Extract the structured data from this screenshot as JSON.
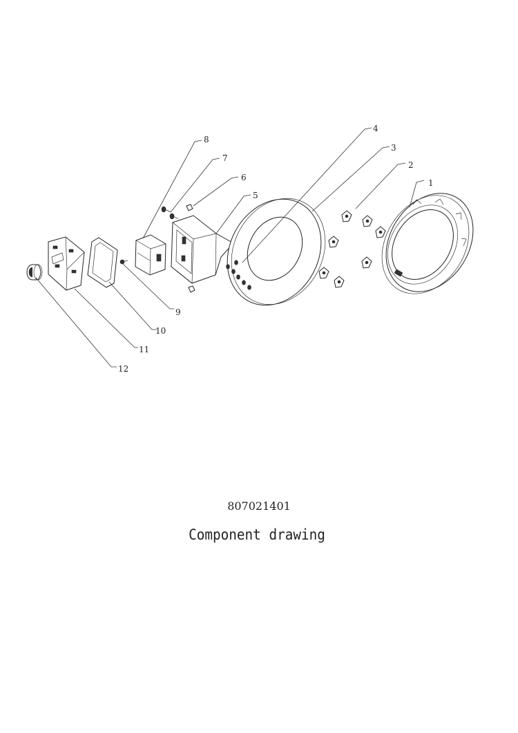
{
  "drawing": {
    "number": "807021401",
    "title": "Component drawing"
  },
  "callouts": [
    {
      "label": "1"
    },
    {
      "label": "2"
    },
    {
      "label": "3"
    },
    {
      "label": "4"
    },
    {
      "label": "5"
    },
    {
      "label": "6"
    },
    {
      "label": "7"
    },
    {
      "label": "8"
    },
    {
      "label": "9"
    },
    {
      "label": "10"
    },
    {
      "label": "11"
    },
    {
      "label": "12"
    }
  ]
}
